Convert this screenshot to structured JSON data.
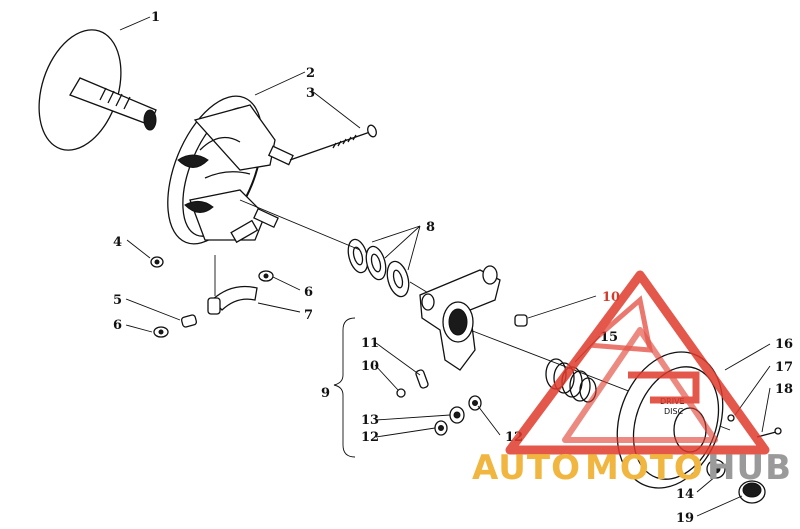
{
  "callouts": {
    "c1": "1",
    "c2": "2",
    "c3": "3",
    "c4": "4",
    "c5": "5",
    "c6a": "6",
    "c6b": "6",
    "c7": "7",
    "c8": "8",
    "c9": "9",
    "c10a": "10",
    "c10b": "10",
    "c11": "11",
    "c12a": "12",
    "c12b": "12",
    "c13": "13",
    "c14": "14",
    "c15": "15",
    "c16": "16",
    "c17": "17",
    "c18": "18",
    "c19": "19"
  },
  "parts": {
    "cover_label": "DRIVE\nDISC"
  },
  "watermark": {
    "word1": "AUTO",
    "word2": "MOTO",
    "word3": "HUB",
    "colors": {
      "red": "#e03a2c",
      "gold": "#f0b640",
      "gray": "#9a9a9a"
    }
  }
}
